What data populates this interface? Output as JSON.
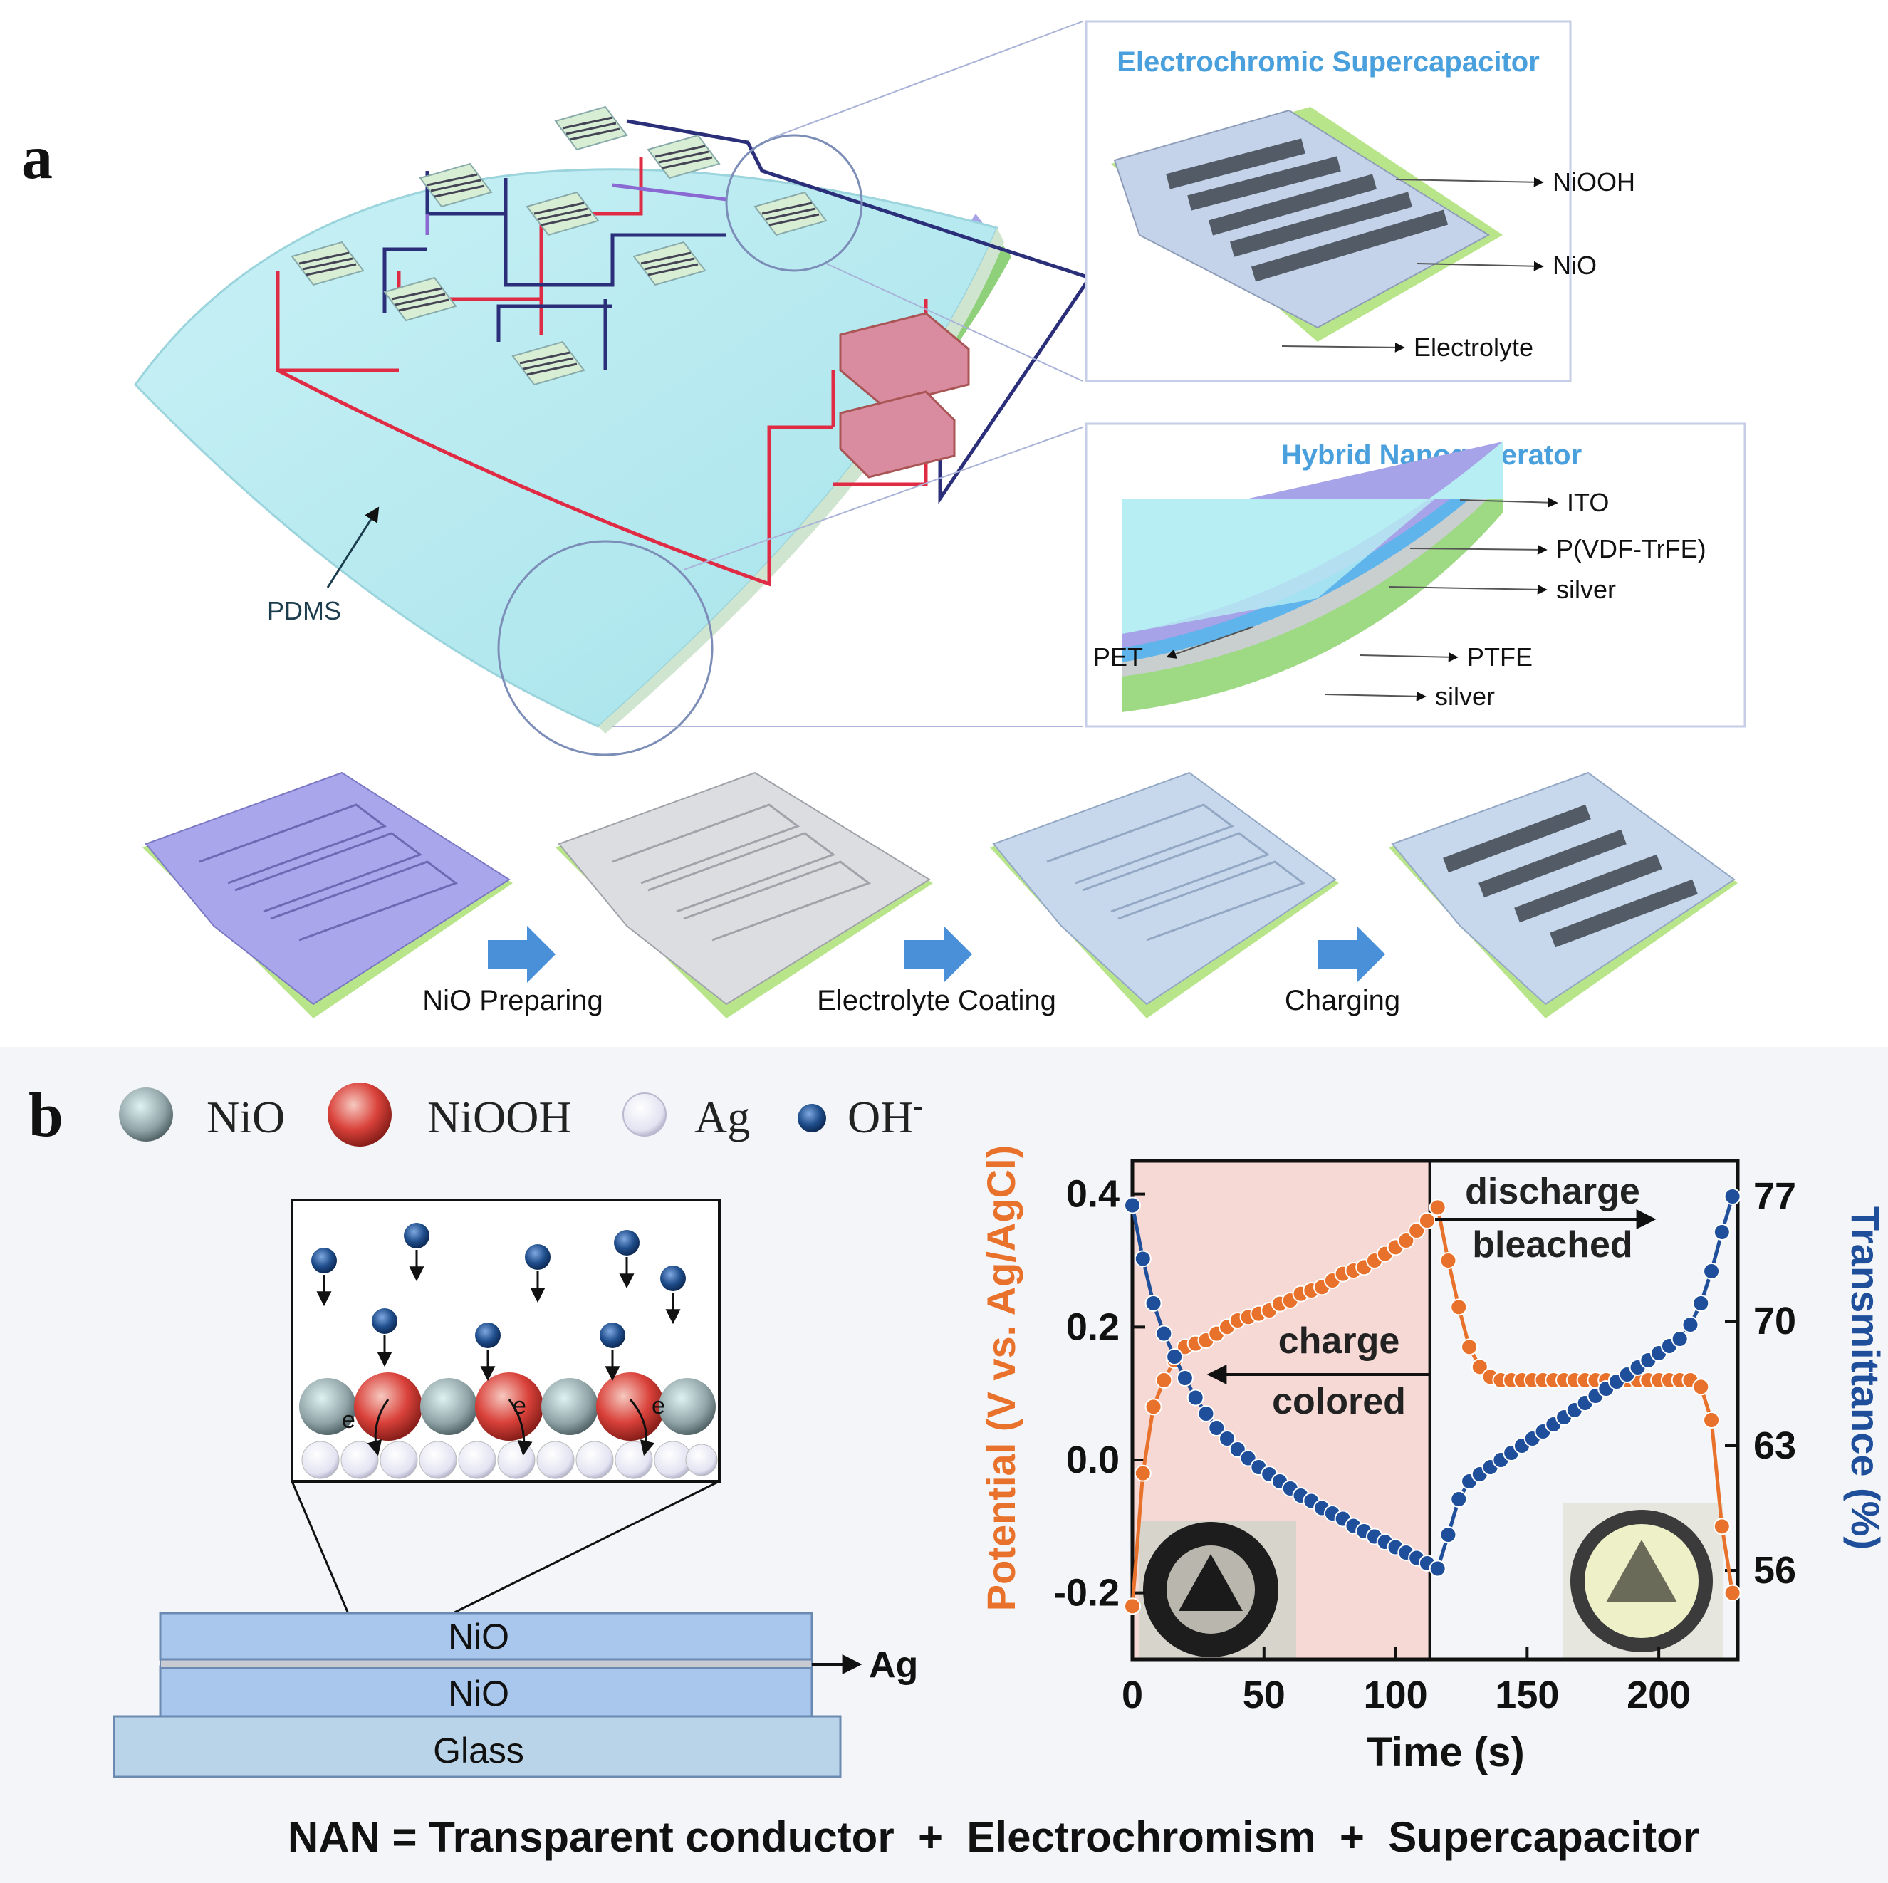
{
  "panel_a": {
    "label": "a",
    "pdms_label": "PDMS",
    "supercap_box": {
      "title": "Electrochromic Supercapacitor",
      "labels": [
        "NiOOH",
        "NiO",
        "Electrolyte"
      ]
    },
    "nanogen_box": {
      "title": "Hybrid Nanogenerator",
      "labels": [
        "ITO",
        "P(VDF-TrFE)",
        "silver",
        "PET",
        "PTFE",
        "silver"
      ]
    },
    "process_steps": [
      "NiO Preparing",
      "Electrolyte Coating",
      "Charging"
    ]
  },
  "panel_b": {
    "label": "b",
    "legend": [
      {
        "name": "NiO",
        "color": "#8fa3a6"
      },
      {
        "name": "NiOOH",
        "color": "#d9413a"
      },
      {
        "name": "Ag",
        "color": "#e3e3f2"
      },
      {
        "name": "OH",
        "color": "#1f4e8c"
      }
    ],
    "electron_label": "e",
    "stack_labels": {
      "top": "NiO",
      "ag": "Ag",
      "bottom": "NiO",
      "glass": "Glass"
    },
    "equation": "NAN = Transparent conductor  +  Electrochromism  +  Supercapacitor"
  },
  "chart_data": {
    "type": "line",
    "xlabel": "Time (s)",
    "ylabel": "Potential (V vs. Ag/AgCl)",
    "y2label": "Transmittance (%)",
    "xlim": [
      0,
      230
    ],
    "ylim": [
      -0.3,
      0.45
    ],
    "y2lim": [
      51,
      79
    ],
    "xticks": [
      "0",
      "50",
      "100",
      "150",
      "200"
    ],
    "yticks": [
      "-0.2",
      "0.0",
      "0.2",
      "0.4"
    ],
    "y2ticks": [
      "56",
      "63",
      "70",
      "77"
    ],
    "annotations": {
      "charge": "charge",
      "colored": "colored",
      "discharge": "discharge",
      "bleached": "bleached"
    },
    "colors": {
      "potential": "#e8722c",
      "transmittance": "#1f4f9a",
      "charge_region": "#f6d9d5"
    },
    "charge_region_x": [
      0,
      113
    ],
    "series": [
      {
        "axis": "left",
        "x": [
          0,
          4,
          8,
          12,
          16,
          20,
          24,
          28,
          32,
          36,
          40,
          44,
          48,
          52,
          56,
          60,
          64,
          68,
          72,
          76,
          80,
          84,
          88,
          92,
          96,
          100,
          104,
          108,
          112,
          116,
          120,
          124,
          128,
          132,
          136,
          140,
          144,
          148,
          152,
          156,
          160,
          164,
          168,
          172,
          176,
          180,
          184,
          188,
          192,
          196,
          200,
          204,
          208,
          212,
          216,
          220,
          224,
          228
        ],
        "values": [
          -0.22,
          -0.02,
          0.08,
          0.12,
          0.15,
          0.17,
          0.175,
          0.18,
          0.19,
          0.2,
          0.21,
          0.215,
          0.22,
          0.225,
          0.235,
          0.24,
          0.25,
          0.255,
          0.26,
          0.27,
          0.28,
          0.285,
          0.29,
          0.3,
          0.31,
          0.32,
          0.33,
          0.345,
          0.36,
          0.38,
          0.3,
          0.23,
          0.17,
          0.14,
          0.125,
          0.12,
          0.12,
          0.12,
          0.12,
          0.12,
          0.12,
          0.12,
          0.12,
          0.12,
          0.12,
          0.12,
          0.12,
          0.12,
          0.12,
          0.12,
          0.12,
          0.12,
          0.12,
          0.12,
          0.11,
          0.06,
          -0.1,
          -0.2
        ]
      },
      {
        "axis": "right",
        "x": [
          0,
          4,
          8,
          12,
          16,
          20,
          24,
          28,
          32,
          36,
          40,
          44,
          48,
          52,
          56,
          60,
          64,
          68,
          72,
          76,
          80,
          84,
          88,
          92,
          96,
          100,
          104,
          108,
          112,
          116,
          120,
          124,
          128,
          132,
          136,
          140,
          144,
          148,
          152,
          156,
          160,
          164,
          168,
          172,
          176,
          180,
          184,
          188,
          192,
          196,
          200,
          204,
          208,
          212,
          216,
          220,
          224,
          228
        ],
        "values": [
          76.5,
          73.5,
          71.0,
          69.3,
          68.0,
          66.8,
          65.7,
          64.8,
          64.0,
          63.4,
          62.8,
          62.3,
          61.8,
          61.4,
          61.0,
          60.6,
          60.2,
          59.9,
          59.5,
          59.2,
          58.9,
          58.5,
          58.2,
          57.9,
          57.6,
          57.3,
          57.0,
          56.7,
          56.4,
          56.1,
          58.0,
          60.0,
          61.0,
          61.4,
          61.8,
          62.2,
          62.6,
          63.0,
          63.4,
          63.8,
          64.2,
          64.6,
          65.0,
          65.4,
          65.8,
          66.2,
          66.6,
          67.0,
          67.4,
          67.8,
          68.2,
          68.6,
          69.0,
          69.8,
          71.0,
          72.8,
          75.0,
          77.0
        ]
      }
    ]
  }
}
